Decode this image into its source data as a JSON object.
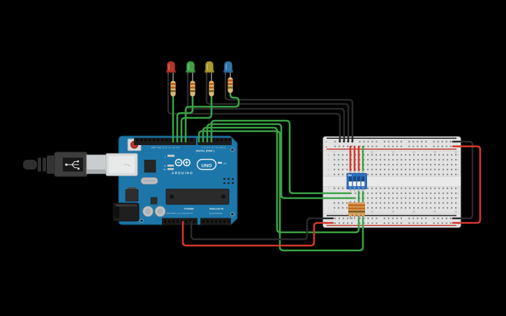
{
  "canvas": {
    "bg": "#000000"
  },
  "arduino": {
    "board_color": "#1d76a9",
    "brand": "ARDUINO",
    "model": "UNO",
    "digital_label": "DIGITAL (PWM~)",
    "pins_digital_left": "AREF GND 13 12 ~11 ~10 ~9 8",
    "pins_digital_right": "7 ~6 ~5 4 ~3 2 TX>1 RX<0",
    "power_label": "POWER",
    "analog_label": "ANALOG IN",
    "pins_power": "IOREF RESET 3.3V 5V GND GND VIN",
    "pins_analog": "A0 A1 A2 A3 A4 A5",
    "led_l": "L",
    "led_tx": "TX",
    "led_rx": "RX",
    "on_label": "ON"
  },
  "breadboard": {
    "body_color": "#e2e2e2",
    "column_numbers": [
      "1",
      "5",
      "10",
      "15",
      "20",
      "25",
      "30"
    ],
    "row_letters_top": [
      "a",
      "b",
      "c",
      "d",
      "e"
    ],
    "row_letters_bottom": [
      "f",
      "g",
      "h",
      "i",
      "j"
    ],
    "minus": "−",
    "plus": "+"
  },
  "dip_switch": {
    "body_color": "#2d6fc1",
    "on_label": "ON",
    "switch_labels": [
      "1",
      "2",
      "3",
      "4"
    ]
  },
  "leds": [
    {
      "name": "red-led",
      "color": "#b5362b"
    },
    {
      "name": "green-led",
      "color": "#41a046"
    },
    {
      "name": "yellow-led",
      "color": "#a79a2e"
    },
    {
      "name": "blue-led",
      "color": "#3076a6"
    }
  ],
  "wires": {
    "green": "#3aa344",
    "black": "#2a2a2a",
    "red": "#d5372c"
  }
}
